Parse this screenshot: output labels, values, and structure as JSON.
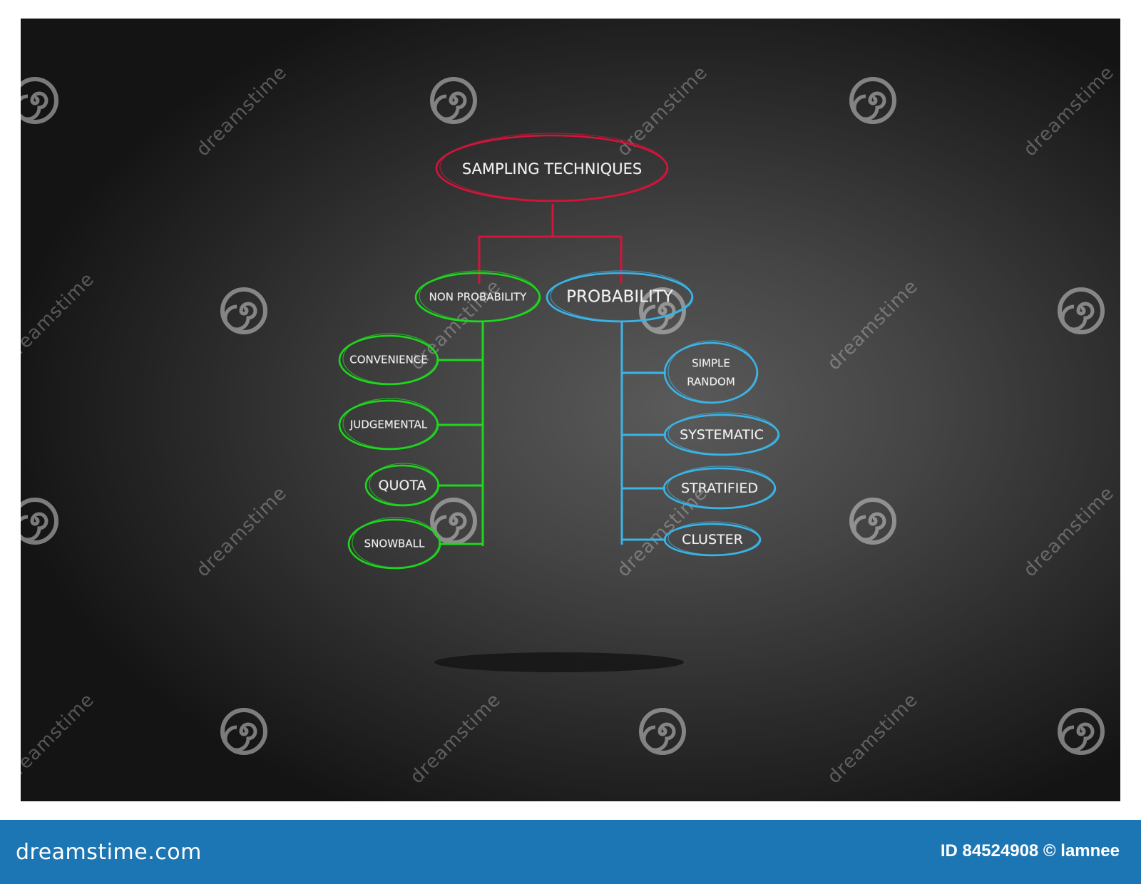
{
  "colors": {
    "root": "#d4143a",
    "non_probability": "#1fd61f",
    "probability": "#3bb4e6",
    "footer_bg": "#1d76b4"
  },
  "diagram": {
    "root": {
      "label": "SAMPLING TECHNIQUES"
    },
    "non_probability": {
      "label": "NON PROBABILITY",
      "children": [
        {
          "label": "CONVENIENCE"
        },
        {
          "label": "JUDGEMENTAL"
        },
        {
          "label": "QUOTA"
        },
        {
          "label": "SNOWBALL"
        }
      ]
    },
    "probability": {
      "label": "PROBABILITY",
      "children": [
        {
          "label": "SIMPLE\nRANDOM"
        },
        {
          "label": "SYSTEMATIC"
        },
        {
          "label": "STRATIFIED"
        },
        {
          "label": "CLUSTER"
        }
      ]
    }
  },
  "watermark": {
    "text": "dreamstime",
    "icon": "spiral-icon"
  },
  "footer": {
    "logo": "dreamstime.com",
    "id_text": "ID 84524908 © lamnee"
  }
}
